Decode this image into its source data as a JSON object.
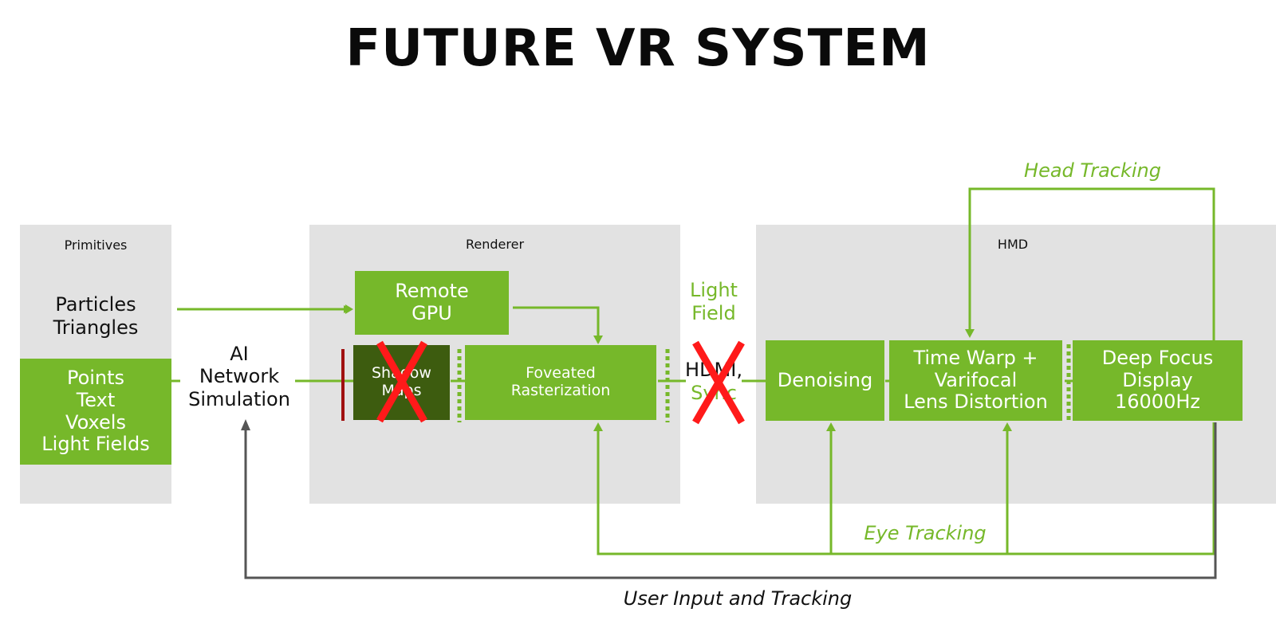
{
  "title": "FUTURE VR SYSTEM",
  "panels": {
    "primitives": "Primitives",
    "renderer": "Renderer",
    "hmd": "HMD"
  },
  "primitives": {
    "top_lines": [
      "Particles",
      "Triangles"
    ],
    "box_lines": [
      "Points",
      "Text",
      "Voxels",
      "Light Fields"
    ]
  },
  "ai_network": [
    "AI",
    "Network",
    "Simulation"
  ],
  "renderer": {
    "remote_gpu": [
      "Remote",
      "GPU"
    ],
    "shadow_maps": [
      "Shadow",
      "Maps"
    ],
    "foveated": [
      "Foveated",
      "Rasterization"
    ]
  },
  "link": {
    "light_field": [
      "Light",
      "Field"
    ],
    "hdmi_sync": [
      "HDMI,",
      "Sync"
    ]
  },
  "hmd": {
    "denoising": "Denoising",
    "time_warp": [
      "Time Warp +",
      "Varifocal",
      "Lens Distortion"
    ],
    "display": [
      "Deep Focus",
      "Display",
      "16000Hz"
    ]
  },
  "feedback": {
    "head_tracking": "Head Tracking",
    "eye_tracking": "Eye Tracking",
    "user_input": "User Input and Tracking"
  },
  "colors": {
    "accent_green": "#76b82a",
    "dark_green": "#3d5c0f",
    "cross_red": "#ff1a1a",
    "panel_gray": "#e2e2e2",
    "feedback_gray": "#555555"
  }
}
